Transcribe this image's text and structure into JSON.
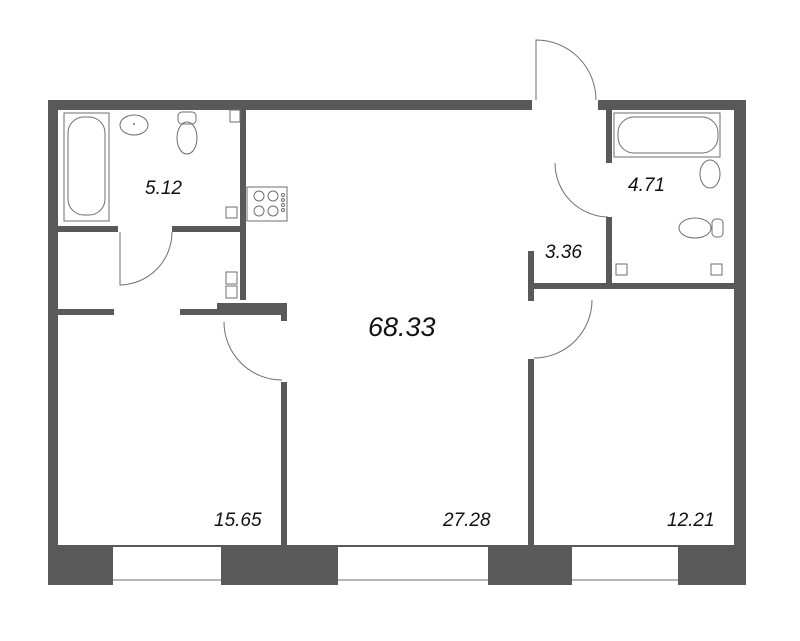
{
  "plan": {
    "total_area": "68.33",
    "rooms": [
      {
        "id": "bathroom-1",
        "area": "5.12"
      },
      {
        "id": "bathroom-2",
        "area": "4.71"
      },
      {
        "id": "hallway",
        "area": "3.36"
      },
      {
        "id": "bedroom-left",
        "area": "15.65"
      },
      {
        "id": "living-kitchen",
        "area": "27.28"
      },
      {
        "id": "bedroom-right",
        "area": "12.21"
      }
    ]
  },
  "colors": {
    "wall": "#595959",
    "fixture_line": "#6e6e6e",
    "background": "#ffffff",
    "text": "#111111"
  }
}
